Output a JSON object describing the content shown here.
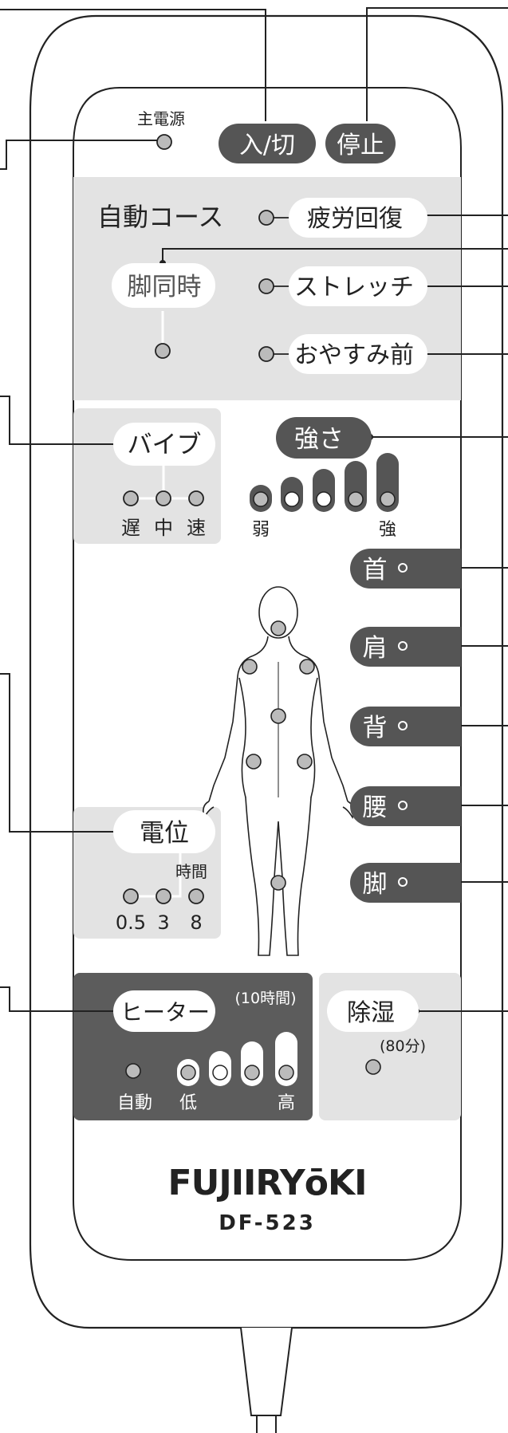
{
  "remote": {
    "top": {
      "main_power_label": "主電源",
      "on_off_button": "入/切",
      "stop_button": "停止"
    },
    "course": {
      "auto_course_label": "自動コース",
      "fatigue_recovery": "疲労回復",
      "stretch": "ストレッチ",
      "before_sleep": "おやすみ前",
      "legs_simultaneous": "脚同時"
    },
    "vibe": {
      "label": "バイブ",
      "slow": "遅",
      "medium": "中",
      "fast": "速"
    },
    "strength": {
      "label": "強さ",
      "weak": "弱",
      "strong": "強"
    },
    "parts": {
      "neck": "首",
      "shoulder": "肩",
      "back": "背",
      "waist": "腰",
      "leg": "脚"
    },
    "potential": {
      "label": "電位",
      "time_label": "時間",
      "v1": "0.5",
      "v2": "3",
      "v3": "8"
    },
    "heater": {
      "label": "ヒーター",
      "duration": "(10時間)",
      "auto": "自動",
      "low": "低",
      "high": "高"
    },
    "dehumid": {
      "label": "除湿",
      "duration": "(80分)"
    },
    "brand": {
      "logo": "FUJIIRYōKI",
      "model": "DF-523"
    }
  },
  "colors": {
    "dark_gray": "#555555",
    "panel_gray": "#e2e2e2",
    "indicator_gray": "#bbbbbb",
    "outline": "#222222"
  }
}
